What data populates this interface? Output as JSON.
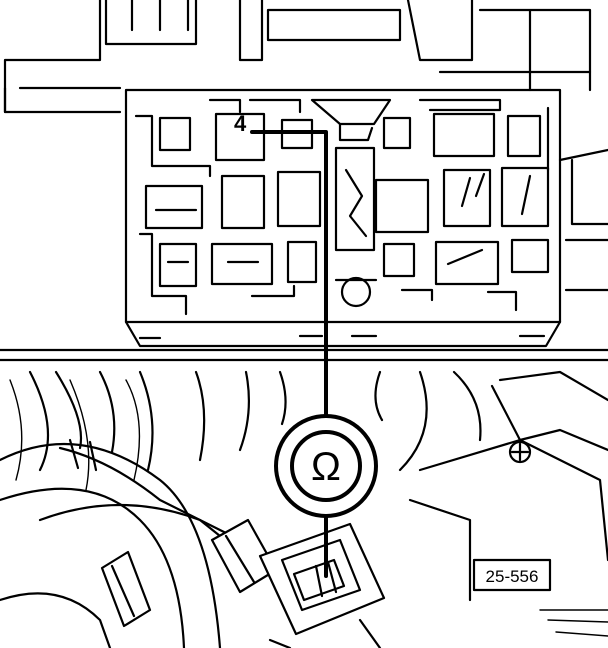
{
  "diagram": {
    "callout_number": "4",
    "ohm_symbol": "Ω",
    "figure_id": "25-556"
  },
  "colors": {
    "ink": "#000000",
    "paper": "#ffffff"
  }
}
